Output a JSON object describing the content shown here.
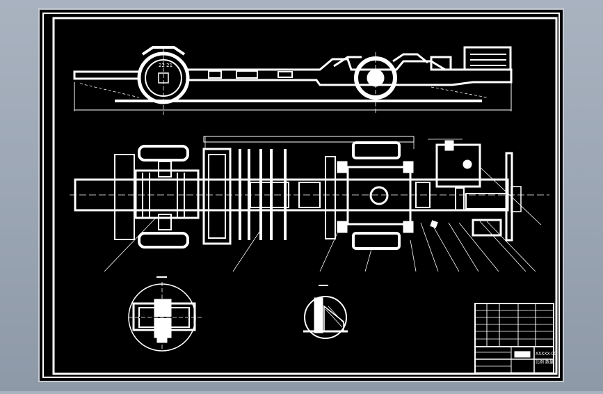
{
  "drawing": {
    "background_color": "#000000",
    "line_color": "#ffffff",
    "viewer_background": "#9aa4b2",
    "view_type": "CAD engineering drawing",
    "views": [
      "side-elevation",
      "plan-view",
      "section-a",
      "section-b"
    ]
  },
  "text_labels": {
    "top_view_center": "22 21",
    "title_block_code": "XXXXX-00",
    "title_block_row": "比例 数量"
  }
}
